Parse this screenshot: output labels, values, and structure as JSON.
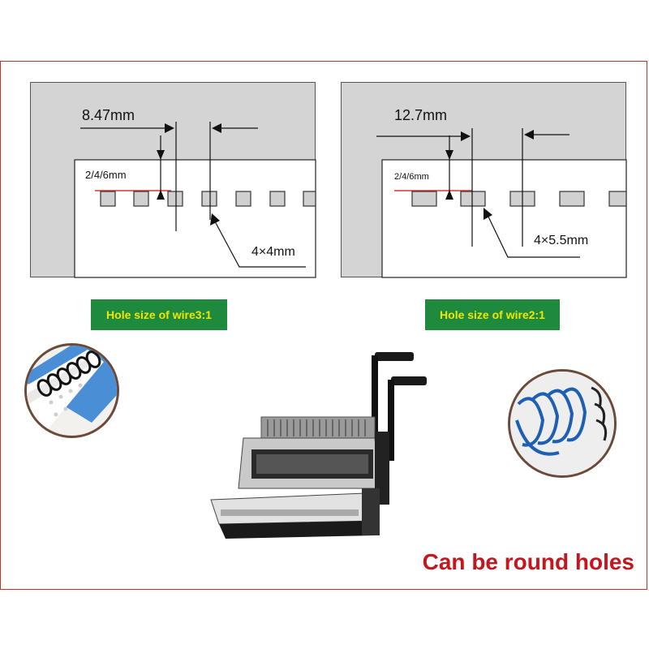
{
  "diagram_left": {
    "pitch": "8.47mm",
    "margin": "2/4/6mm",
    "hole": "4×4mm",
    "caption": "Hole size of wire3:1"
  },
  "diagram_right": {
    "pitch": "12.7mm",
    "margin": "2/4/6mm",
    "hole": "4×5.5mm",
    "caption": "Hole size of wire2:1"
  },
  "tagline": "Can be round holes",
  "colors": {
    "frame": "#c9302c",
    "diagram_bg": "#d3d3d3",
    "badge_bg": "#1e8a3e",
    "badge_text": "#f2e600",
    "tagline": "#c4161c",
    "photo_border": "#6b4a3a"
  }
}
